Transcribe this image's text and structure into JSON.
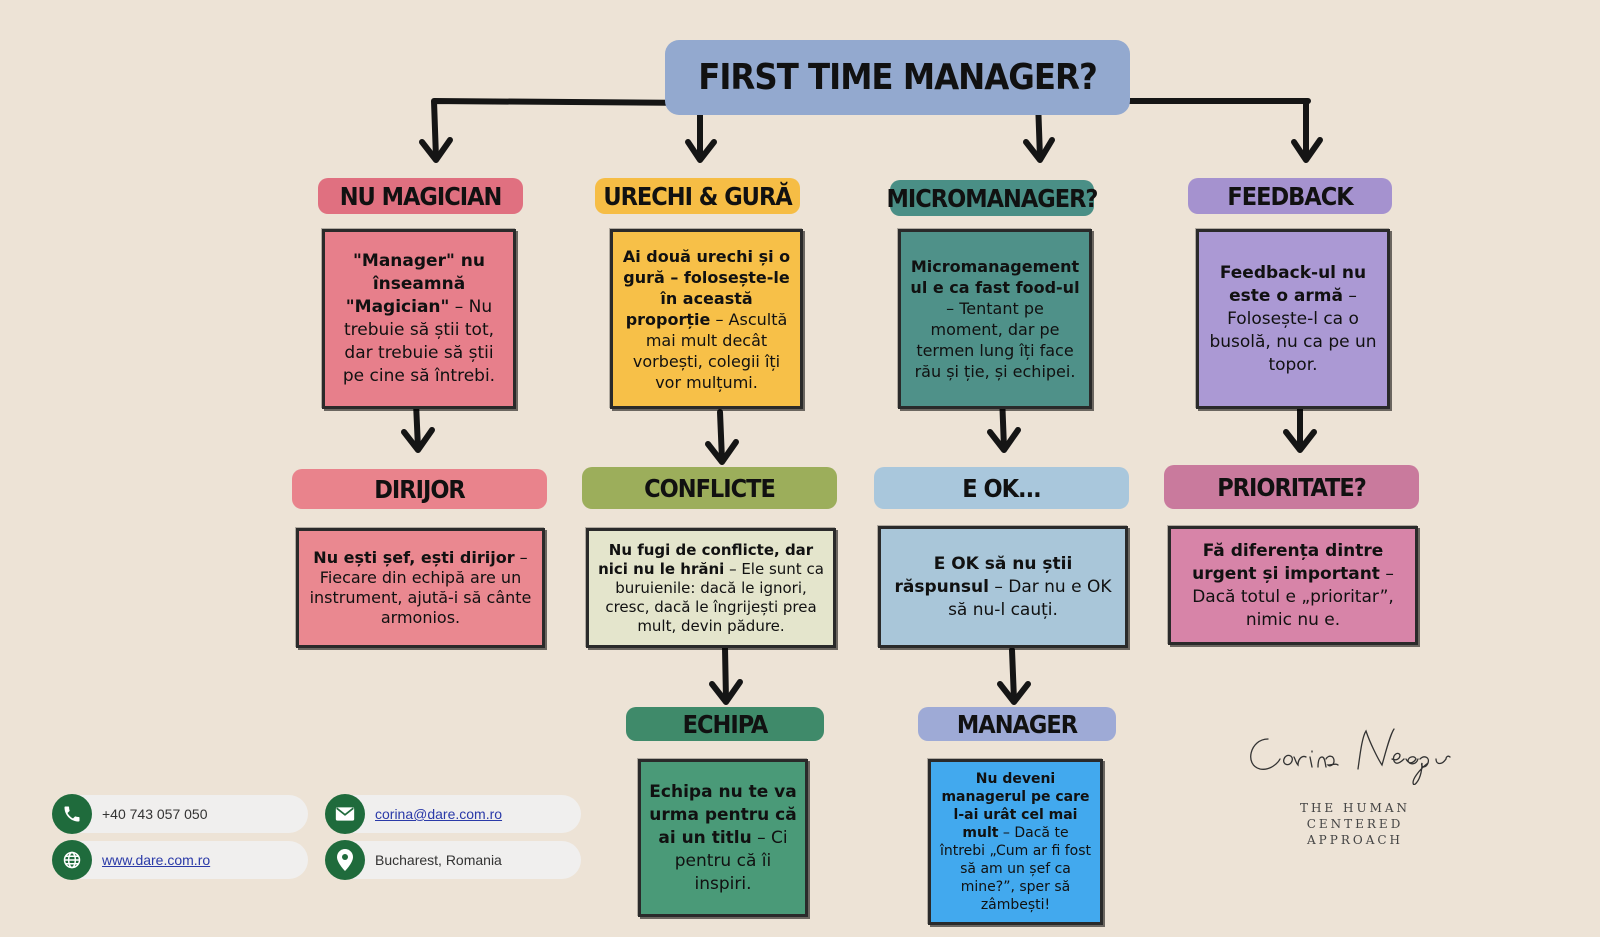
{
  "title": "FIRST TIME MANAGER?",
  "colors": {
    "background": "#ede3d6",
    "title_bg": "#93a9cf",
    "contact_icon": "#1f6b3c"
  },
  "nodes": {
    "nu_magician": {
      "label": "NU MAGICIAN",
      "pre": "\"Manager\" nu înseamnă \"Magician\"",
      "post": " – Nu trebuie să știi tot, dar trebuie să știi pe cine să întrebi.",
      "label_color": "#e07080",
      "box_color": "#e77f8b"
    },
    "urechi_gura": {
      "label": "URECHI & GURĂ",
      "pre": "Ai două urechi și o gură – folosește-le în această proporție",
      "post": " – Ascultă mai mult decât vorbești, colegii îți vor mulțumi.",
      "label_color": "#f6bd45",
      "box_color": "#f7c048"
    },
    "micromanager": {
      "label": "MICROMANAGER?",
      "pre": "Micromanagement ul e ca fast food-ul",
      "post": " – Tentant pe moment, dar pe termen lung îți face rău și ție, și echipei.",
      "label_color": "#4a8f86",
      "box_color": "#4f9189"
    },
    "feedback": {
      "label": "FEEDBACK",
      "pre": "Feedback-ul nu este o armă",
      "post": " – Folosește-l ca o busolă, nu ca pe un topor.",
      "label_color": "#a592cf",
      "box_color": "#ab99d4"
    },
    "dirijor": {
      "label": "DIRIJOR",
      "pre": "Nu ești șef, ești dirijor",
      "post": " – Fiecare din echipă are un instrument, ajută-i să cânte armonios.",
      "label_color": "#e9838c",
      "box_color": "#ea8890"
    },
    "conflicte": {
      "label": "CONFLICTE",
      "pre": "Nu fugi de conflicte, dar nici nu le hrăni",
      "post": " – Ele sunt ca buruienile: dacă le ignori, cresc, dacă le îngrijești prea mult, devin pădure.",
      "label_color": "#9cae5b",
      "box_color": "#e4e5cc"
    },
    "e_ok": {
      "label": "E OK...",
      "pre": "E OK să nu știi răspunsul",
      "post": " – Dar nu e OK să nu-l cauți.",
      "label_color": "#a9c7dc",
      "box_color": "#a9c6d9"
    },
    "prioritate": {
      "label": "PRIORITATE?",
      "pre": "Fă diferența dintre urgent și important",
      "post": " – Dacă totul e „prioritar”, nimic nu e.",
      "label_color": "#c97a9d",
      "box_color": "#d784a8"
    },
    "echipa": {
      "label": "ECHIPA",
      "pre": "Echipa nu te va urma pentru că ai un titlu",
      "post": " – Ci pentru că îi inspiri.",
      "label_color": "#3f8a6a",
      "box_color": "#4a9a78"
    },
    "manager": {
      "label": "MANAGER",
      "pre": "Nu deveni managerul pe care l-ai urât cel mai mult",
      "post": " – Dacă te întrebi „Cum ar fi fost să am un șef ca mine?”, sper să zâmbești!",
      "label_color": "#9eaad6",
      "box_color": "#42a9ee"
    }
  },
  "contacts": {
    "phone": {
      "text": "+40 743 057 050",
      "icon": "phone-icon"
    },
    "email": {
      "text": "corina@dare.com.ro",
      "icon": "envelope-icon"
    },
    "website": {
      "text": "www.dare.com.ro",
      "icon": "globe-icon"
    },
    "location": {
      "text": "Bucharest, Romania",
      "icon": "location-pin-icon"
    }
  },
  "branding": {
    "signature": "Corina Neagu",
    "tagline_1": "THE HUMAN",
    "tagline_2": "CENTERED",
    "tagline_3": "APPROACH"
  }
}
